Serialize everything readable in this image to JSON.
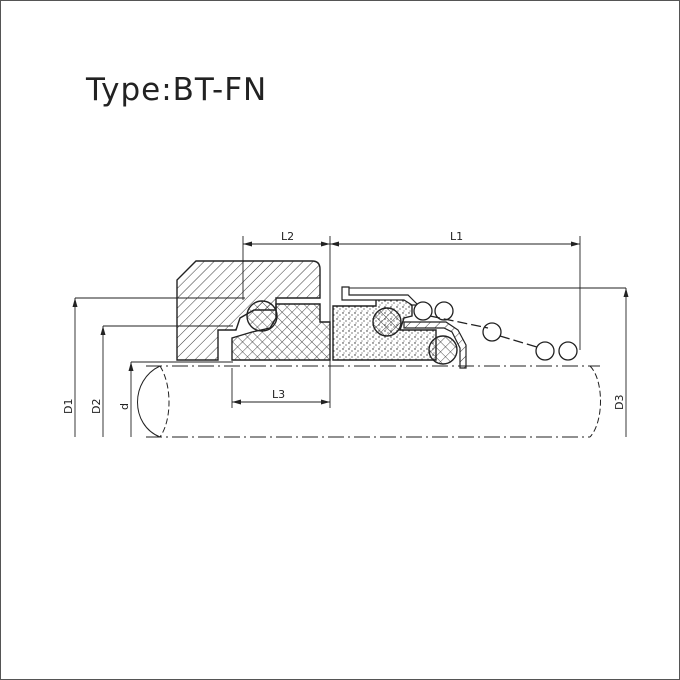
{
  "title": "Type:BT-FN",
  "dimensions": {
    "l1": "L1",
    "l2": "L2",
    "l3": "L3",
    "d1": "D1",
    "d2": "D2",
    "d": "d",
    "d3": "D3"
  },
  "colors": {
    "line": "#222222",
    "frame": "#555555"
  }
}
